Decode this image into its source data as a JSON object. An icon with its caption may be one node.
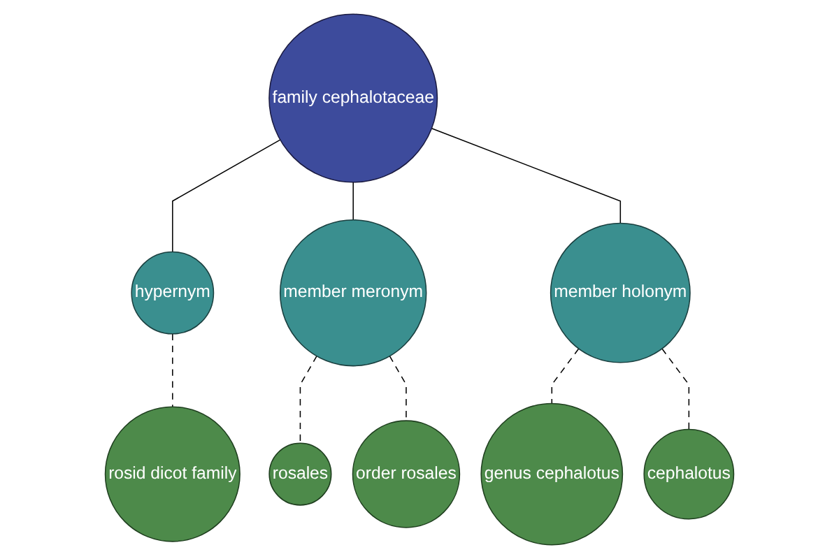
{
  "diagram": {
    "nodes": [
      {
        "text": [
          "rosid dicot family"
        ]
      },
      {
        "text": [
          "hypernym"
        ]
      },
      {
        "text": [
          "rosales"
        ]
      },
      {
        "text": [
          "member meronym"
        ]
      },
      {
        "text": [
          "family cephalotaceae"
        ]
      },
      {
        "text": [
          "order rosales"
        ]
      },
      {
        "text": [
          "member holonym"
        ]
      },
      {
        "text": [
          "genus cephalotus"
        ]
      },
      {
        "text": [
          "cephalotus"
        ]
      }
    ],
    "edges": [
      {
        "from": 4,
        "to": 1,
        "arrow": "none"
      },
      {
        "from": 1,
        "to": 0,
        "arrow": "none",
        "style": "dashed"
      },
      {
        "from": 4,
        "to": 3,
        "arrow": "none"
      },
      {
        "from": 3,
        "to": 2,
        "arrow": "none",
        "style": "dashed"
      },
      {
        "from": 3,
        "to": 5,
        "arrow": "none",
        "style": "dashed"
      },
      {
        "from": 4,
        "to": 6,
        "arrow": "none"
      },
      {
        "from": 6,
        "to": 7,
        "arrow": "none",
        "style": "dashed"
      },
      {
        "from": 6,
        "to": 8,
        "arrow": "none",
        "style": "dashed"
      }
    ]
  }
}
